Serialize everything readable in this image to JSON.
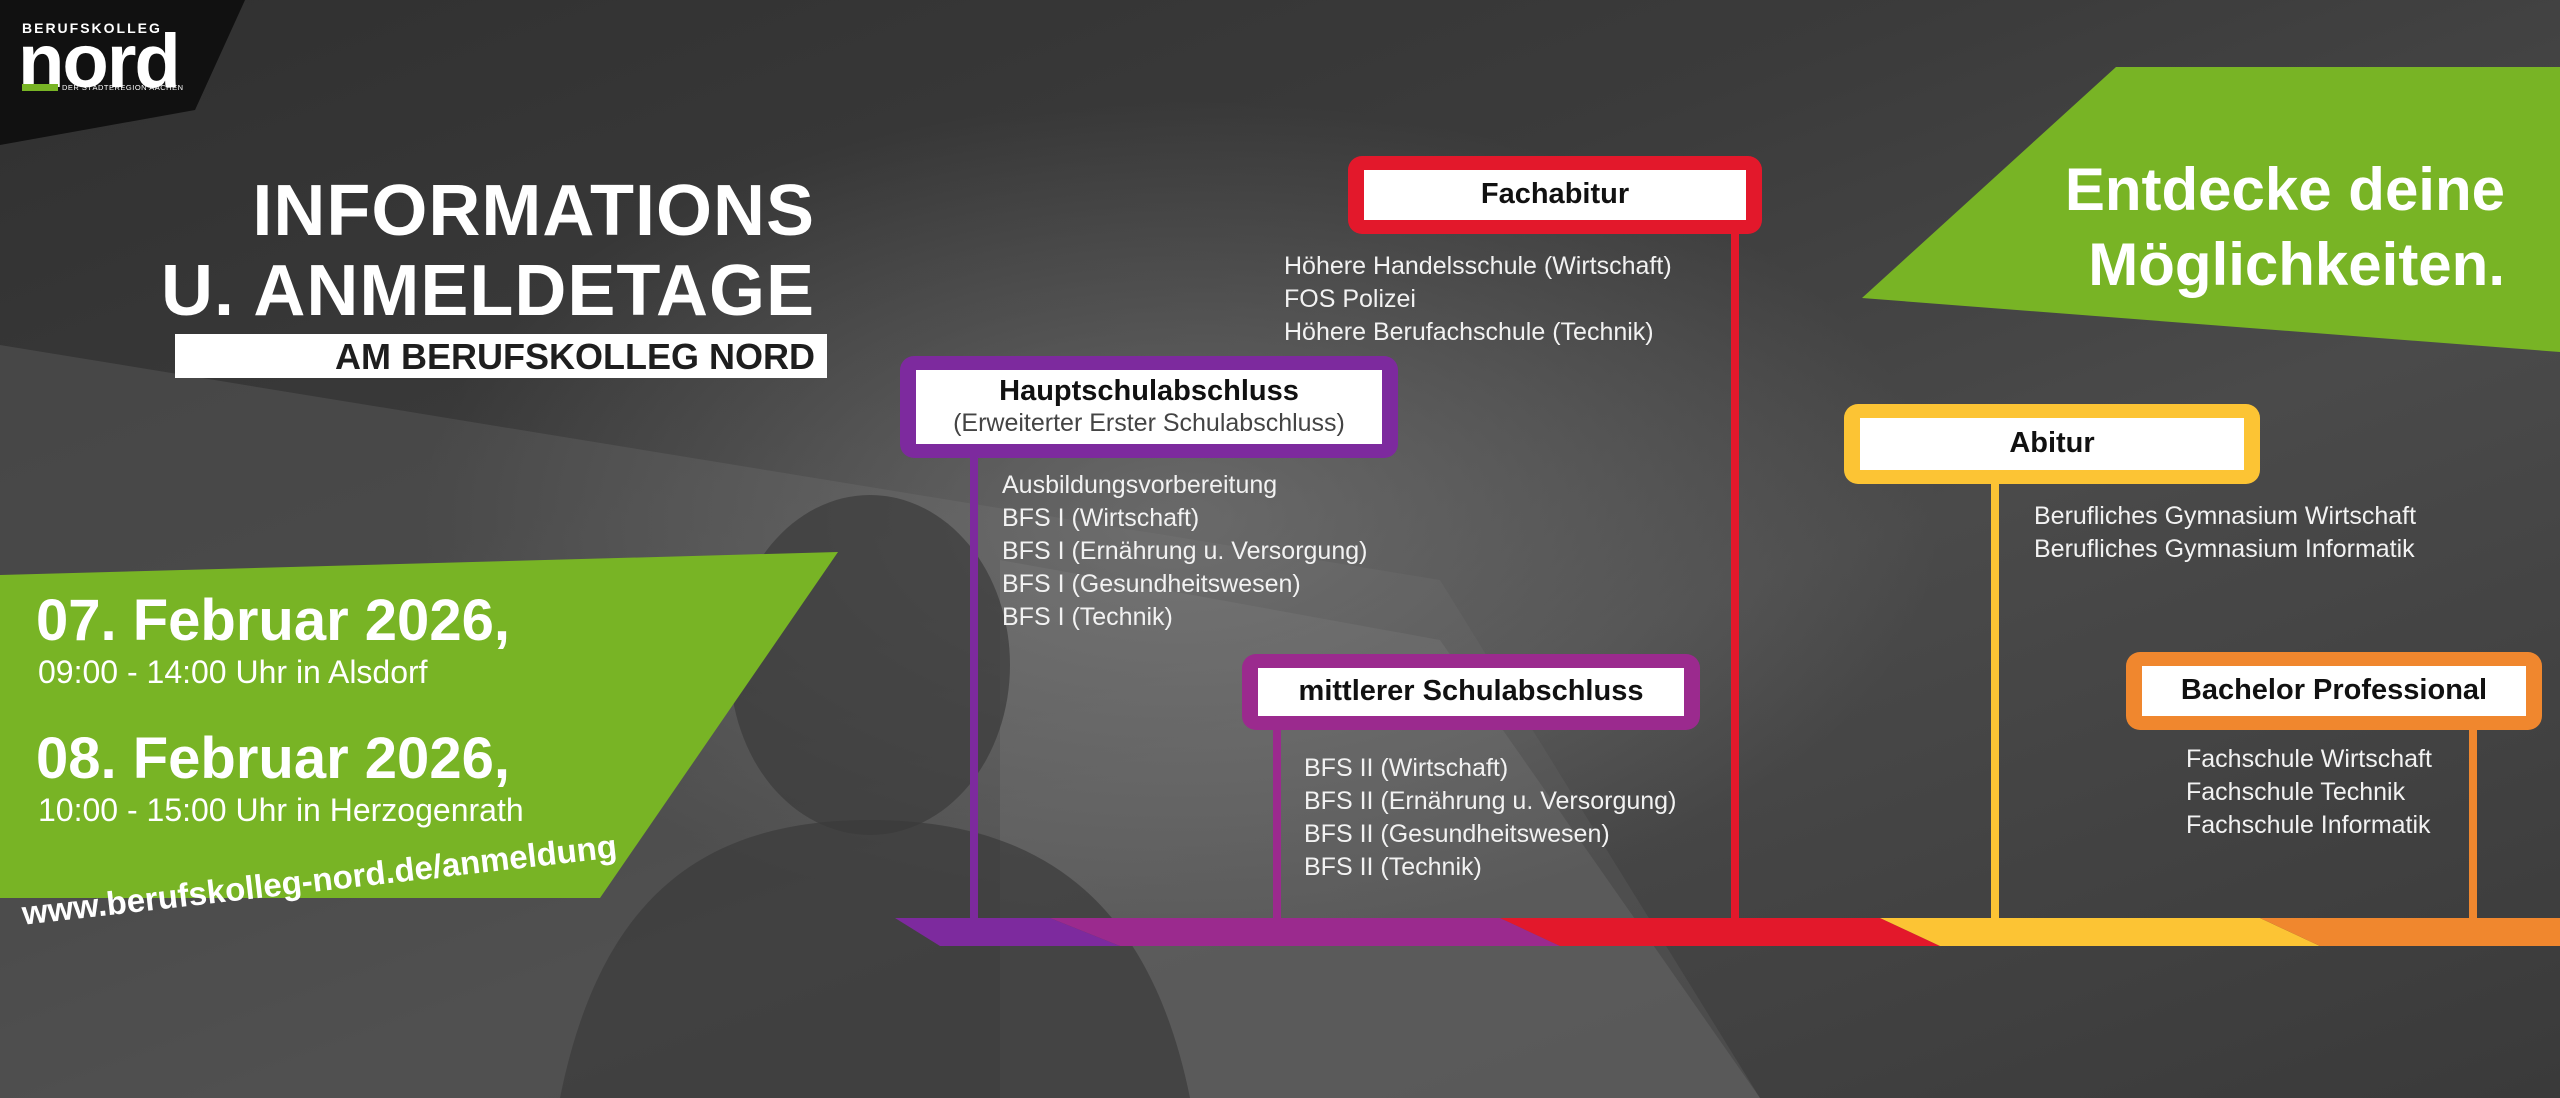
{
  "logo": {
    "top_text": "BERUFSKOLLEG",
    "main_text": "nord",
    "sub_text": "DER STÄDTEREGION AACHEN"
  },
  "headline": {
    "line1": "INFORMATIONS",
    "line2": "U. ANMELDETAGE",
    "line3": "AM BERUFSKOLLEG NORD"
  },
  "events": [
    {
      "date": "07. Februar 2026,",
      "details": "09:00 - 14:00 Uhr in Alsdorf"
    },
    {
      "date": "08. Februar 2026,",
      "details": "10:00 - 15:00 Uhr in Herzogenrath"
    }
  ],
  "website": "www.berufskolleg-nord.de/anmeldung",
  "slogan": {
    "line1": "Entdecke deine",
    "line2": "Möglichkeiten."
  },
  "colors": {
    "green": "#78b425",
    "purple": "#7d2a9e",
    "magenta": "#9b2a8e",
    "red": "#e3182b",
    "yellow": "#fcc434",
    "orange": "#f0872e"
  },
  "pathways": {
    "hauptschul": {
      "title": "Hauptschulabschluss",
      "subtitle": "(Erweiterter Erster Schulabschluss)",
      "items": [
        "Ausbildungsvorbereitung",
        "BFS I (Wirtschaft)",
        "BFS I (Ernährung u. Versorgung)",
        "BFS I (Gesundheitswesen)",
        "BFS I (Technik)"
      ]
    },
    "mittlerer": {
      "title": "mittlerer Schulabschluss",
      "items": [
        "BFS II (Wirtschaft)",
        "BFS II (Ernährung u. Versorgung)",
        "BFS II (Gesundheitswesen)",
        "BFS II (Technik)"
      ]
    },
    "fachabitur": {
      "title": "Fachabitur",
      "items": [
        "Höhere Handelsschule (Wirtschaft)",
        "FOS Polizei",
        "Höhere Berufachschule (Technik)"
      ]
    },
    "abitur": {
      "title": "Abitur",
      "items": [
        "Berufliches Gymnasium Wirtschaft",
        "Berufliches Gymnasium Informatik"
      ]
    },
    "bachelor": {
      "title": "Bachelor Professional",
      "items": [
        "Fachschule Wirtschaft",
        "Fachschule Technik",
        "Fachschule Informatik"
      ]
    }
  }
}
